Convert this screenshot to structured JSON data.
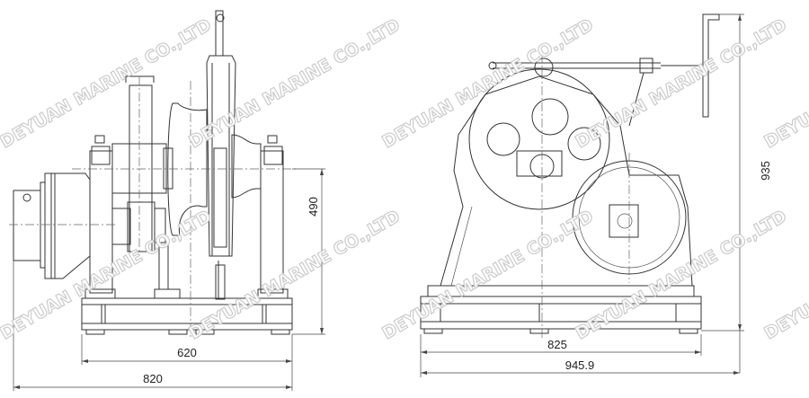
{
  "watermark": "DEYUAN MARINE CO.,LTD",
  "left_view": {
    "dimensions": {
      "height": "490",
      "frame_width": "620",
      "overall_width": "820"
    }
  },
  "right_view": {
    "dimensions": {
      "height": "935",
      "frame_length": "825",
      "overall_length": "945.9"
    }
  },
  "colors": {
    "line": "#333333",
    "watermark": "#c9c9c9"
  }
}
